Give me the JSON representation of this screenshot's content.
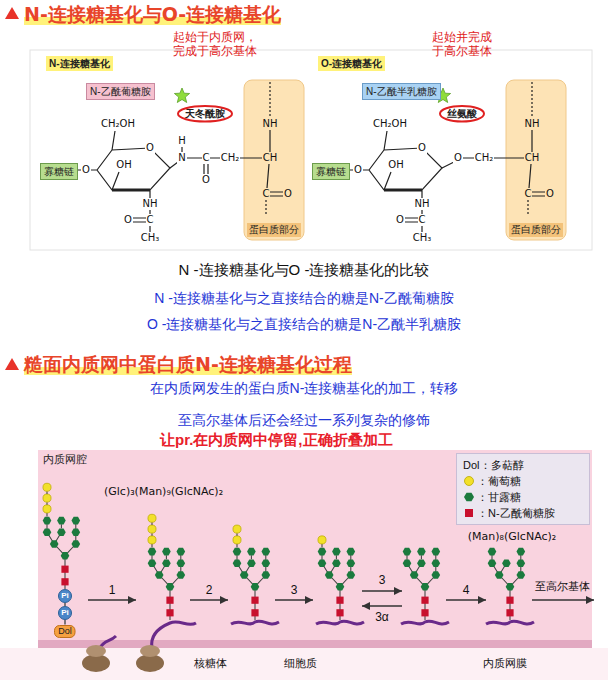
{
  "diagram": {
    "title": "N-连接糖基化与O-连接糖基化",
    "caption": "N -连接糖基化与O -连接糖基化的比较",
    "nodes": [
      {
        "text": [
          "N-连接糖基化"
        ]
      },
      {
        "text": [
          "N-乙酰葡糖胺"
        ]
      },
      {
        "text": [
          "天冬酰胺"
        ]
      },
      {
        "text": [
          "寡糖链"
        ]
      },
      {
        "text": [
          "蛋白质部分"
        ]
      },
      {
        "text": [
          "O-连接糖基化"
        ]
      },
      {
        "text": [
          "N-乙酰半乳糖胺"
        ]
      },
      {
        "text": [
          "丝氨酸"
        ]
      },
      {
        "text": [
          "寡糖链"
        ]
      },
      {
        "text": [
          "蛋白质部分"
        ]
      },
      {
        "text": [
          "内质网腔"
        ]
      },
      {
        "text": [
          "Pi"
        ],
        "in": 10
      },
      {
        "text": [
          "Pi"
        ],
        "in": 10
      },
      {
        "text": [
          "Dol"
        ],
        "in": 10
      }
    ],
    "edges": [
      {
        "from": 11,
        "to": 12,
        "arrow": "none"
      },
      {
        "from": 12,
        "to": 13,
        "arrow": "none"
      }
    ],
    "labels": [
      "糙面内质网中蛋白质N-连接糖基化过程",
      "起始于内质网， 完成于高尔基体",
      "起始并完成 于高尔基体",
      "CH₂OH",
      "O",
      "OH",
      "O",
      "H",
      "N",
      "C",
      "O",
      "CH₂",
      "CH",
      "NH",
      "C",
      "O",
      "NH",
      "C",
      "O",
      "CH₃",
      "CH₂OH",
      "O",
      "OH",
      "O",
      "O",
      "CH₂",
      "CH",
      "NH",
      "C",
      "O",
      "NH",
      "C",
      "O",
      "CH₃",
      "N -连接糖基化与之直接结合的糖是N-乙酰葡糖胺",
      "O -连接糖基化与之直接结合的糖是N-乙酰半乳糖胺",
      "在内质网发生的蛋白质N-连接糖基化的加工，转移",
      "至高尔基体后还会经过一系列复杂的修饰",
      "让pr.在内质网中停留,正确折叠加工",
      "(Glc)₃(Man)₉(GlcNAc)₂",
      "(Man)₈(GlcNAc)₂",
      "1",
      "2",
      "3",
      "3",
      "3α",
      "4",
      "至高尔基体",
      "核糖体",
      "细胞质",
      "内质网膜"
    ],
    "legend": [
      {
        "text": "Dol：多萜醇"
      },
      {
        "text": "：葡萄糖",
        "color": "#f2e02a"
      },
      {
        "text": "：甘露糖",
        "color": "#1b7a3e"
      },
      {
        "text": "：N-乙酰葡糖胺",
        "color": "#c8102e"
      }
    ]
  }
}
